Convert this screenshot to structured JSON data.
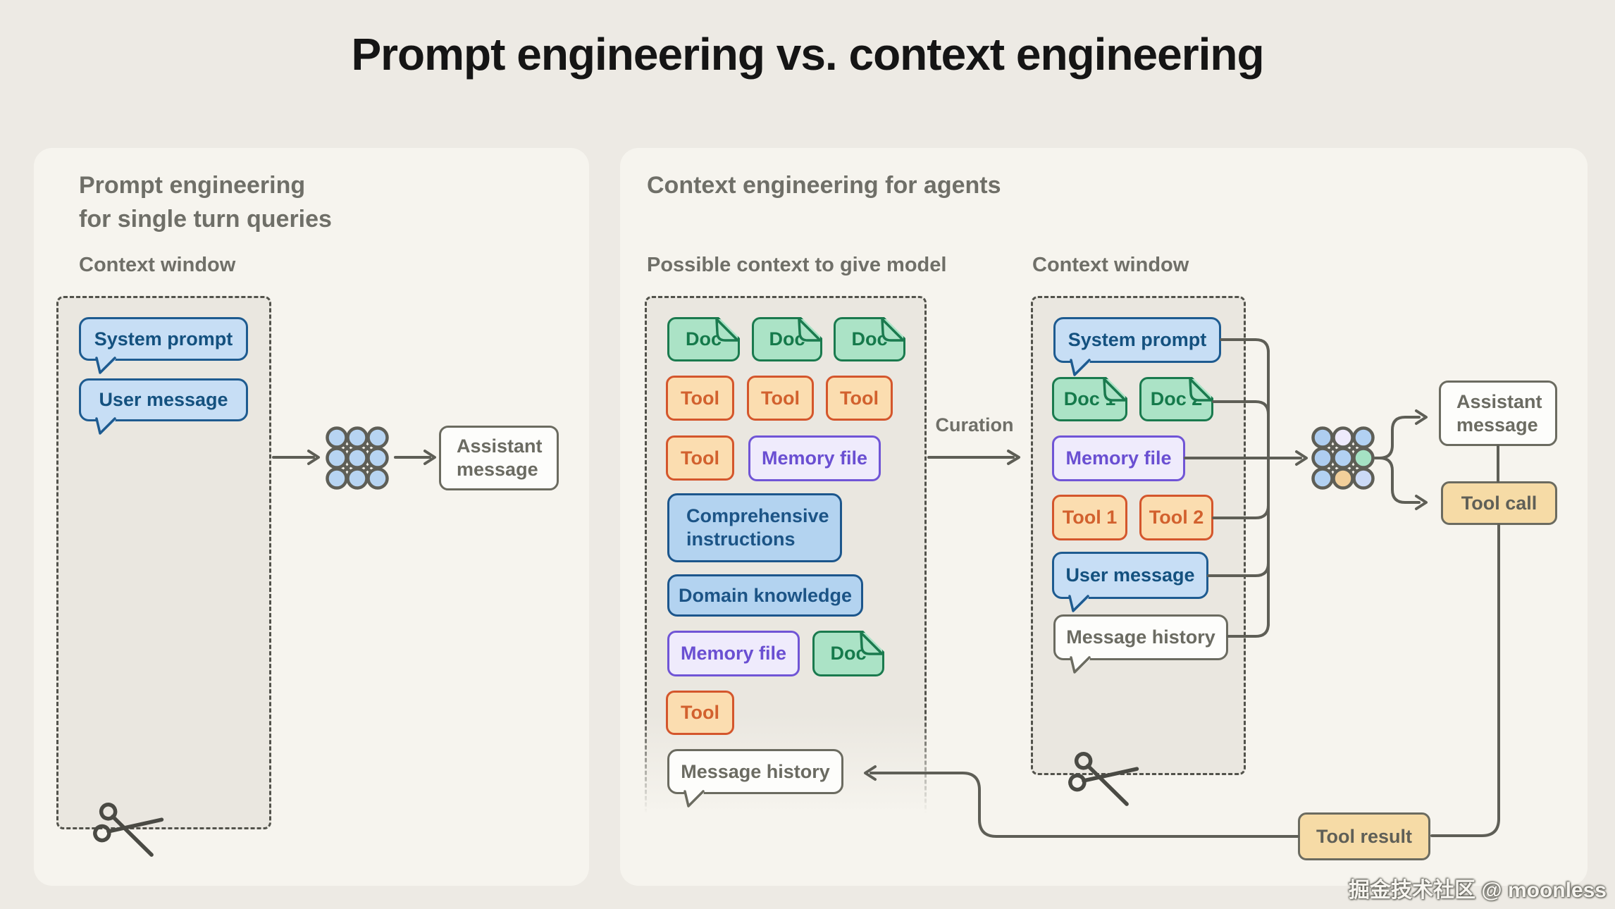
{
  "title": "Prompt engineering vs. context engineering",
  "watermark": "掘金技术社区 @ moonless",
  "palette": {
    "background": "#edeae4",
    "card": "#f6f4ee",
    "context_window_fill": "#eae7e0",
    "dashed_border": "#52524b",
    "line": "#5e5e56",
    "blue_fill": "#c7def5",
    "blue_border": "#1e5b90",
    "blue_text": "#14517f",
    "instruction_blue_fill": "#b3d3f0",
    "green_fill": "#abe3c6",
    "green_border": "#1a7a4e",
    "orange_fill": "#fbddb0",
    "orange_border": "#d4562c",
    "purple_fill": "#efebfc",
    "purple_border": "#7055d6",
    "tan_fill": "#f6dba6",
    "neutral_border": "#6b6b60",
    "neutral_text": "#6b6b62"
  },
  "left_panel": {
    "heading_line1": "Prompt engineering",
    "heading_line2": "for single turn queries",
    "context_window_label": "Context window",
    "system_prompt": "System prompt",
    "user_message": "User message",
    "assistant_line1": "Assistant",
    "assistant_line2": "message"
  },
  "right_panel": {
    "heading": "Context engineering for agents",
    "possible_context_label": "Possible context to give model",
    "context_window_label": "Context window",
    "curation_label": "Curation",
    "possible_context": {
      "docs": [
        "Doc",
        "Doc",
        "Doc"
      ],
      "tools": [
        "Tool",
        "Tool",
        "Tool"
      ],
      "tool_extra": "Tool",
      "memory_file": "Memory file",
      "comprehensive_line1": "Comprehensive",
      "comprehensive_line2": "instructions",
      "domain_knowledge": "Domain knowledge",
      "memory_file_2": "Memory file",
      "doc_extra": "Doc",
      "tool_single": "Tool",
      "message_history": "Message history"
    },
    "context_window": {
      "system_prompt": "System prompt",
      "doc_1": "Doc 1",
      "doc_2": "Doc 2",
      "memory_file": "Memory file",
      "tool_1": "Tool 1",
      "tool_2": "Tool 2",
      "user_message": "User message",
      "message_history": "Message history"
    },
    "outputs": {
      "assistant_line1": "Assistant",
      "assistant_line2": "message",
      "tool_call": "Tool call",
      "tool_result": "Tool result"
    }
  }
}
